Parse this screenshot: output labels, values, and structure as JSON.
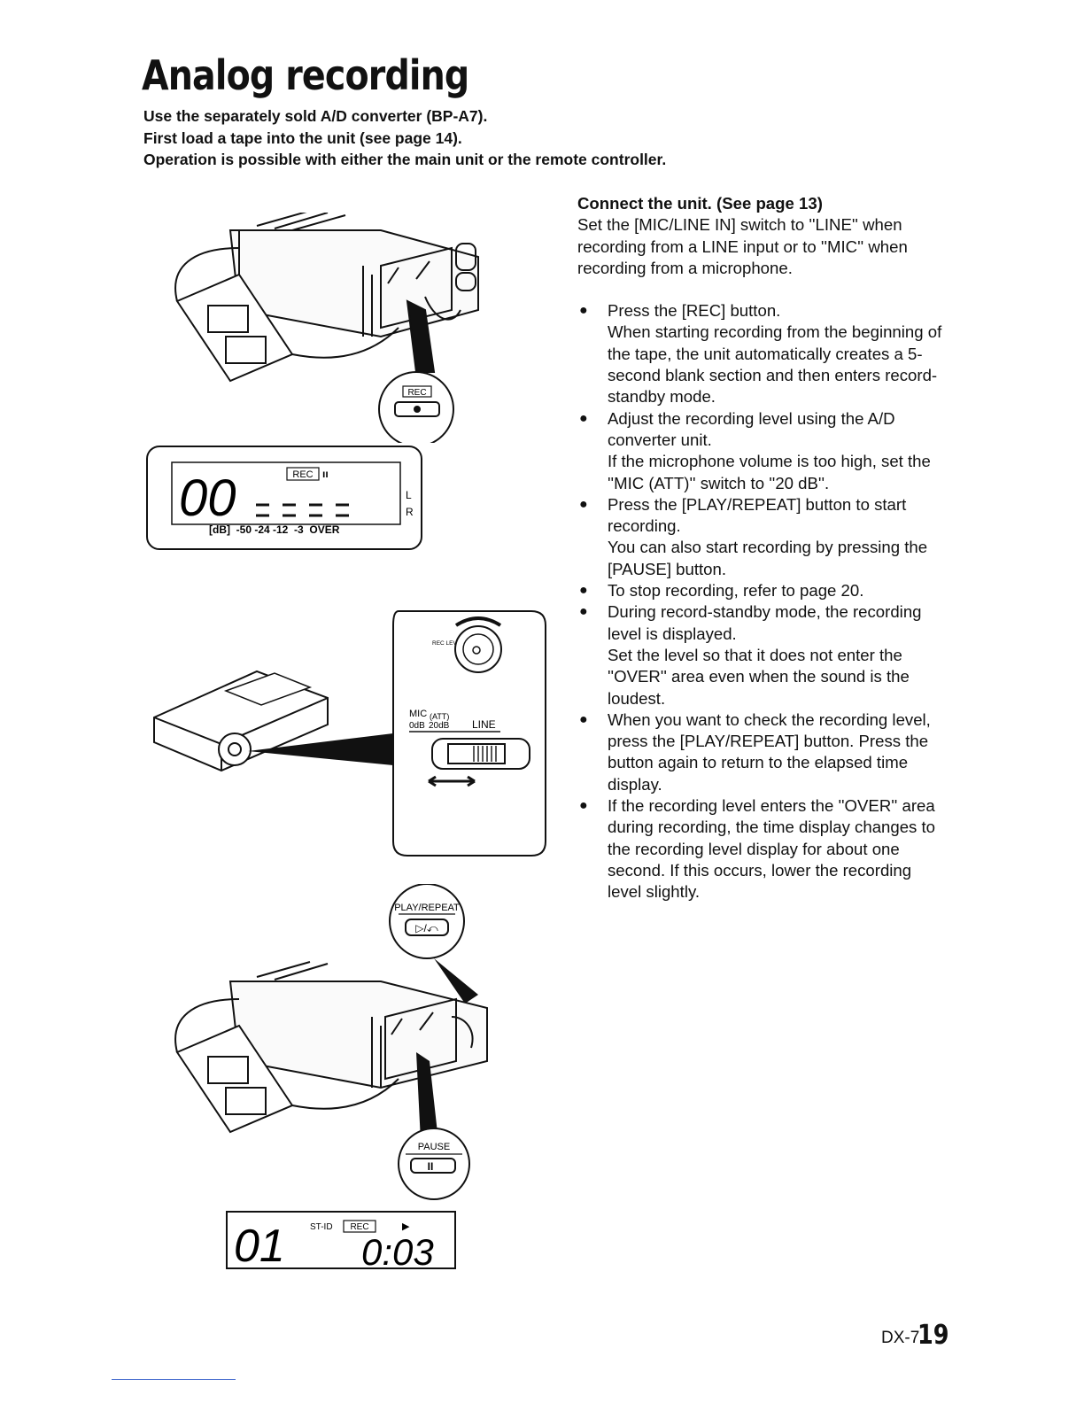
{
  "page": {
    "title": "Analog recording",
    "intro": [
      "Use the separately sold A/D converter (BP-A7).",
      "First load a tape into the unit (see page 14).",
      "Operation is possible with either the main unit or the remote controller."
    ]
  },
  "connect": {
    "heading": "Connect the unit. (See page 13)",
    "text": "Set the [MIC/LINE IN] switch to ''LINE'' when recording from a LINE input or to ''MIC'' when recording from a microphone."
  },
  "steps": [
    {
      "main": "Press the [REC] button.",
      "detail": "When starting recording from the beginning of the tape, the unit automatically creates a 5-second blank section and then enters record-standby mode."
    },
    {
      "main": "Adjust the recording level using the A/D converter unit.",
      "detail": "If the microphone volume is too high, set the ''MIC (ATT)'' switch to ''20 dB''."
    },
    {
      "main": "Press the [PLAY/REPEAT] button to start recording.",
      "detail": "You can also start recording by pressing the [PAUSE] button."
    },
    {
      "main": "To stop recording, refer to page 20.",
      "detail": ""
    },
    {
      "main": "During record-standby mode, the recording level is displayed.",
      "detail": "Set the level so that it does not enter the ''OVER'' area even when the sound is the loudest."
    },
    {
      "main": "When you want to check the recording level, press the [PLAY/REPEAT] button. Press the button again to return to the elapsed time display.",
      "detail": ""
    },
    {
      "main": "If the recording level enters the ''OVER'' area during recording, the time display changes to the recording level display for about one second. If this occurs, lower the recording level slightly.",
      "detail": ""
    }
  ],
  "figures": {
    "rec_button_label": "REC",
    "level_display": {
      "digits": "00",
      "indicator": "REC",
      "channel_left": "L",
      "channel_right": "R",
      "scale": "[dB]  -50 -24 -12  -3  OVER"
    },
    "converter": {
      "rec_level_label": "REC LEVEL",
      "mic_label": "MIC",
      "att_label": "(ATT)",
      "zero_db": "0dB",
      "twenty_db": "20dB",
      "line_label": "LINE"
    },
    "play_repeat_label": "PLAY/REPEAT",
    "pause_label": "PAUSE",
    "time_display": {
      "track": "01",
      "st_id": "ST-ID",
      "indicator": "REC",
      "time": "0:03"
    }
  },
  "footer": {
    "model": "DX-7",
    "page_number": "19"
  }
}
